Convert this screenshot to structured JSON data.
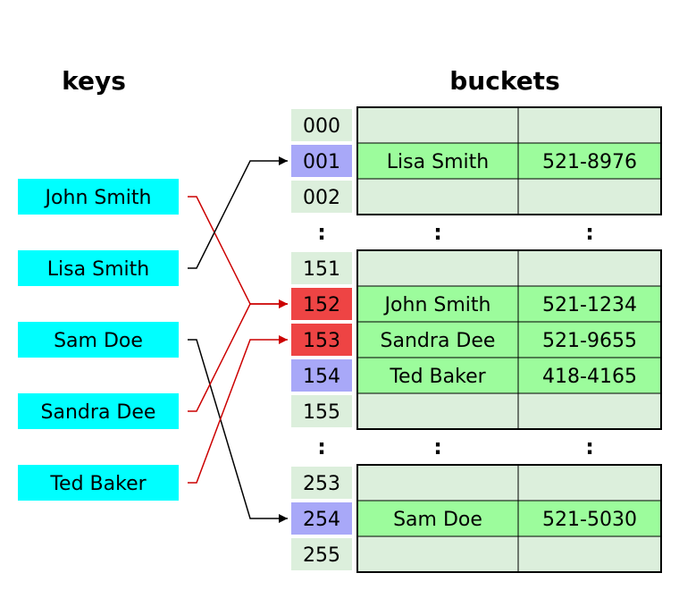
{
  "headers": {
    "keys": "keys",
    "buckets": "buckets"
  },
  "keys": [
    "John Smith",
    "Lisa Smith",
    "Sam Doe",
    "Sandra Dee",
    "Ted Baker"
  ],
  "index_groups": [
    [
      "000",
      "001",
      "002"
    ],
    [
      "151",
      "152",
      "153",
      "154",
      "155"
    ],
    [
      "253",
      "254",
      "255"
    ]
  ],
  "index_status": {
    "001": "hit",
    "152": "collision",
    "153": "collision",
    "154": "hit",
    "254": "hit"
  },
  "buckets": {
    "001": {
      "name": "Lisa Smith",
      "phone": "521-8976"
    },
    "152": {
      "name": "John Smith",
      "phone": "521-1234"
    },
    "153": {
      "name": "Sandra Dee",
      "phone": "521-9655"
    },
    "154": {
      "name": "Ted Baker",
      "phone": "418-4165"
    },
    "254": {
      "name": "Sam Doe",
      "phone": "521-5030"
    }
  },
  "ellipsis": ":",
  "mappings": [
    {
      "key": "John Smith",
      "index": "152",
      "collision": true
    },
    {
      "key": "Lisa Smith",
      "index": "001",
      "collision": false
    },
    {
      "key": "Sam Doe",
      "index": "254",
      "collision": false
    },
    {
      "key": "Sandra Dee",
      "index": "152",
      "collision": true
    },
    {
      "key": "Ted Baker",
      "index": "153",
      "collision": true
    }
  ],
  "colors": {
    "key_box": "#00ffff",
    "index_normal": "#dcefdc",
    "index_hit": "#a8a8f8",
    "index_collision": "#ee4444",
    "cell_empty": "#dcefdc",
    "cell_filled": "#9cfc9c",
    "line_normal": "#000000",
    "line_collision": "#cc0000"
  }
}
